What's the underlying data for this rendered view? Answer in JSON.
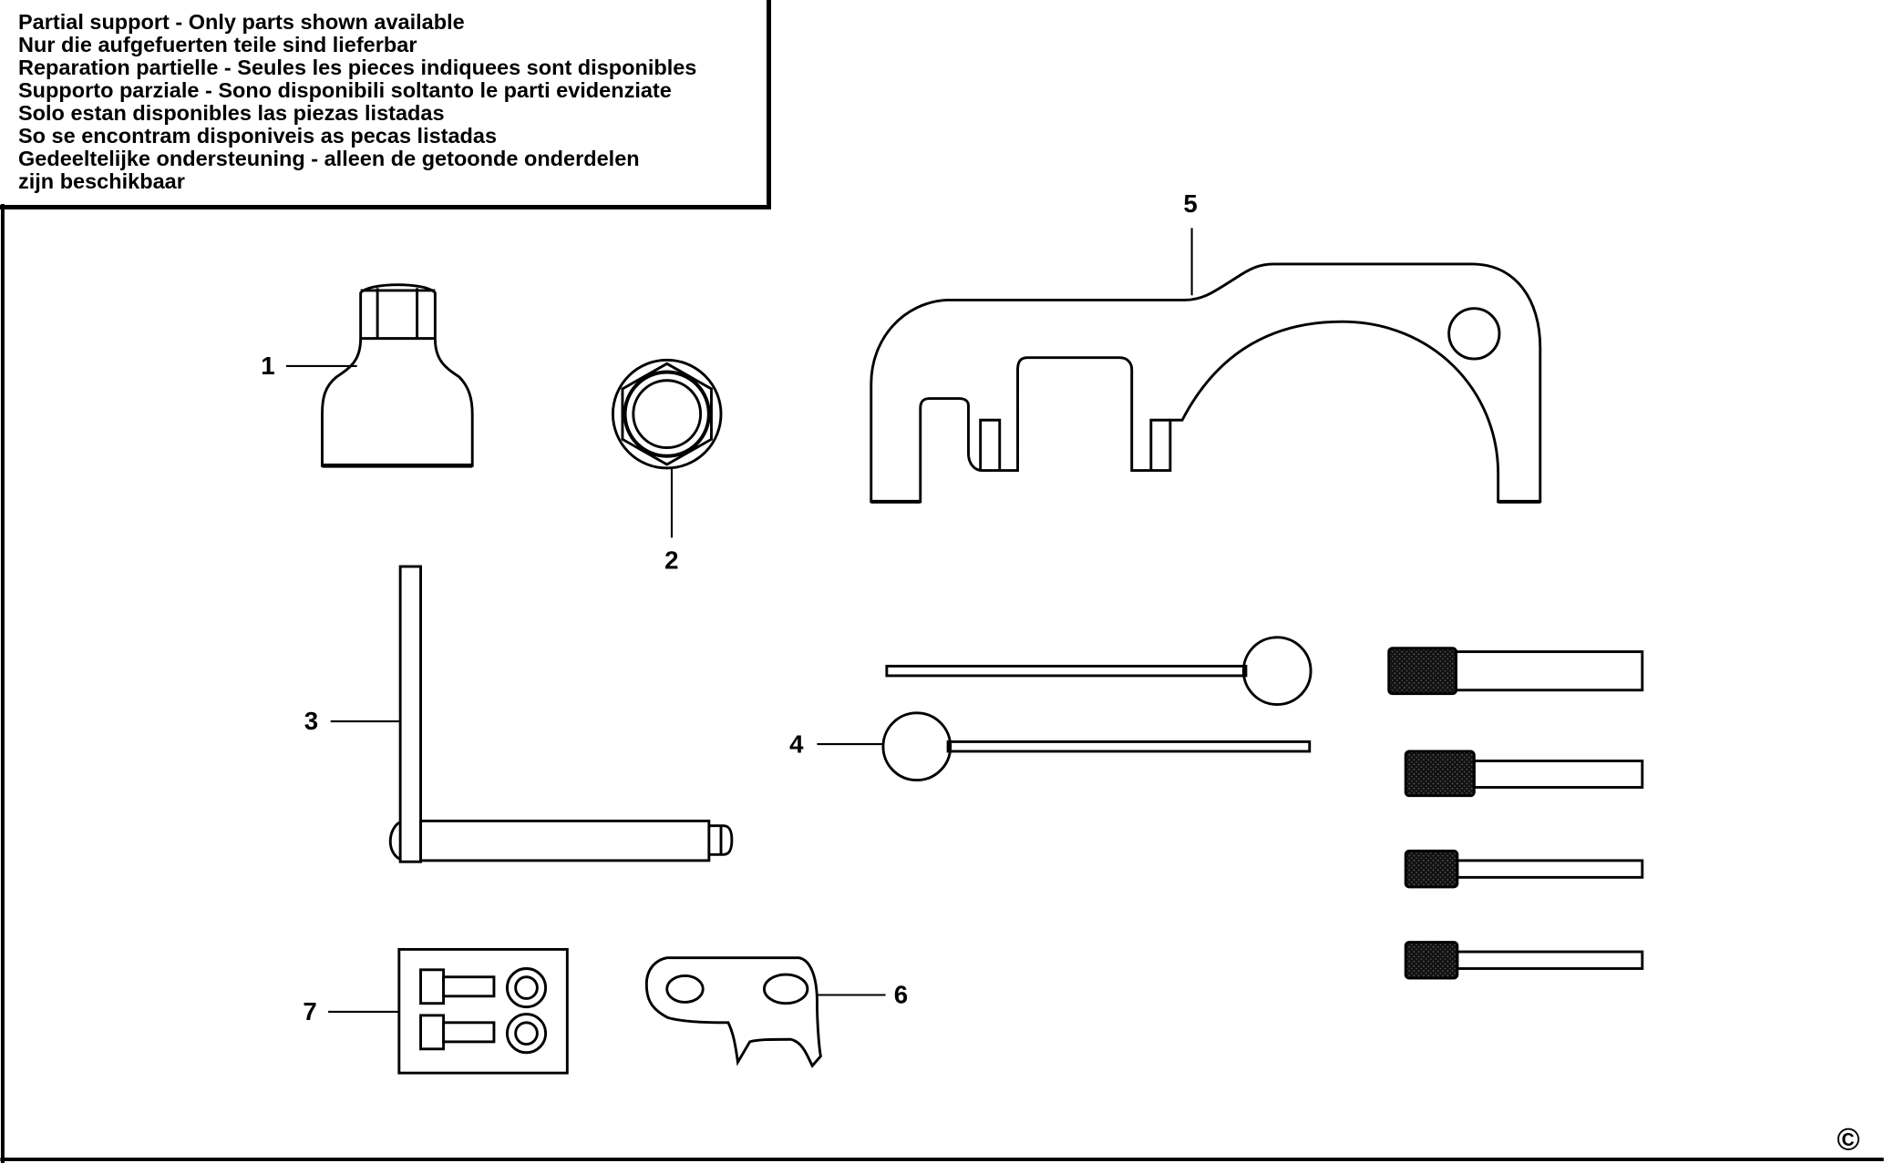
{
  "notice": {
    "lines": [
      "Partial support - Only parts shown available",
      "Nur die aufgefuerten teile sind lieferbar",
      "Reparation partielle - Seules les pieces indiquees sont disponibles",
      "Supporto parziale - Sono disponibili soltanto le parti evidenziate",
      "Solo estan disponibles las piezas listadas",
      "So se encontram disponiveis as pecas listadas",
      "Gedeeltelijke ondersteuning - alleen de getoonde onderdelen",
      "zijn beschikbaar"
    ]
  },
  "callouts": {
    "c1": "1",
    "c2": "2",
    "c3": "3",
    "c4": "4",
    "c5": "5",
    "c6": "6",
    "c7": "7"
  },
  "copyright": "©"
}
